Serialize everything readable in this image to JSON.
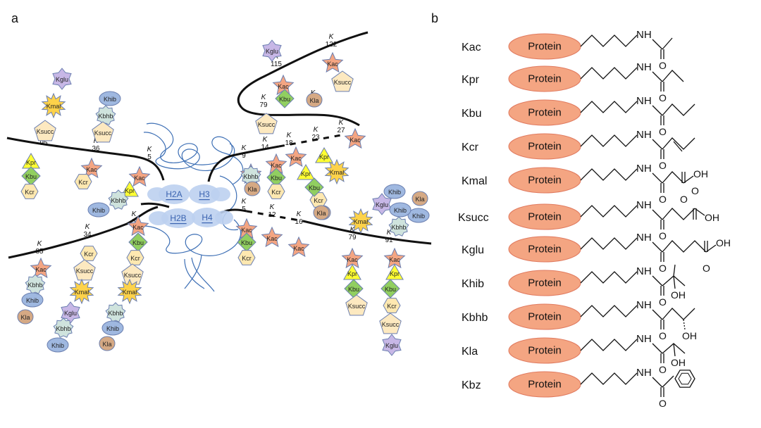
{
  "panels": {
    "a": "a",
    "b": "b"
  },
  "histones": [
    "H2A",
    "H3",
    "H2B",
    "H4"
  ],
  "colors": {
    "Kac": "#f4a582",
    "Kpr": "#ffff33",
    "Kbu": "#91cf60",
    "Kcr": "#fee8b0",
    "Kmal": "#fdd24a",
    "Ksucc": "#fde9c0",
    "Kglu": "#c7b7e6",
    "Khib": "#9fb8e0",
    "Kbhb": "#cfe3dd",
    "Kla": "#d5a984",
    "protein": "#f4a582",
    "histone": "#bcd0f0"
  },
  "sites": [
    {
      "k": "K",
      "n": "95"
    },
    {
      "k": "K",
      "n": "36"
    },
    {
      "k": "K",
      "n": "5"
    },
    {
      "k": "K",
      "n": "85"
    },
    {
      "k": "K",
      "n": "34"
    },
    {
      "k": "K",
      "n": "5"
    },
    {
      "k": "K",
      "n": "122"
    },
    {
      "k": "K",
      "n": "115"
    },
    {
      "k": "K",
      "n": "79"
    },
    {
      "k": "K",
      "n": "56"
    },
    {
      "k": "K",
      "n": "27"
    },
    {
      "k": "K",
      "n": "9"
    },
    {
      "k": "K",
      "n": "14"
    },
    {
      "k": "K",
      "n": "18"
    },
    {
      "k": "K",
      "n": "23"
    },
    {
      "k": "K",
      "n": "5"
    },
    {
      "k": "K",
      "n": "12"
    },
    {
      "k": "K",
      "n": "16"
    },
    {
      "k": "K",
      "n": "79"
    },
    {
      "k": "K",
      "n": "91"
    }
  ],
  "marks": [
    "Kglu",
    "Kmal",
    "Ksucc",
    "Kpr",
    "Kbu",
    "Kcr",
    "Khib",
    "Kbhb",
    "Ksucc",
    "Kac",
    "Kcr",
    "Kac",
    "Kpr",
    "Kbhb",
    "Khib",
    "Kac",
    "Kbhb",
    "Khib",
    "Kla",
    "Kcr",
    "Ksucc",
    "Kmal",
    "Kglu",
    "Kbhb",
    "Khib",
    "Kac",
    "Kbu",
    "Kcr",
    "Ksucc",
    "Kmal",
    "Kbhb",
    "Khib",
    "Kla",
    "Kglu",
    "Kac",
    "Ksucc",
    "Kac",
    "Kbu",
    "Kla",
    "Ksucc",
    "Kac",
    "Kbhb",
    "Kla",
    "Kac",
    "Kbu",
    "Kcr",
    "Kla",
    "Kac",
    "Kpr",
    "Kcr",
    "Kbu",
    "Kla",
    "Kac",
    "Kpr",
    "Kmal",
    "Kac",
    "Kbu",
    "Kcr",
    "Kac",
    "Kac",
    "Kmal",
    "Kac",
    "Kpr",
    "Kbu",
    "Ksucc",
    "Khib",
    "Kglu",
    "Kla",
    "Khib",
    "Kbhb",
    "Khib",
    "Kac",
    "Kpr",
    "Kbu",
    "Kcr",
    "Ksucc",
    "Kglu"
  ],
  "rows": [
    {
      "label": "Kac",
      "protein": "Protein"
    },
    {
      "label": "Kpr",
      "protein": "Protein"
    },
    {
      "label": "Kbu",
      "protein": "Protein"
    },
    {
      "label": "Kcr",
      "protein": "Protein"
    },
    {
      "label": "Kmal",
      "protein": "Protein"
    },
    {
      "label": "Ksucc",
      "protein": "Protein"
    },
    {
      "label": "Kglu",
      "protein": "Protein"
    },
    {
      "label": "Khib",
      "protein": "Protein"
    },
    {
      "label": "Kbhb",
      "protein": "Protein"
    },
    {
      "label": "Kla",
      "protein": "Protein"
    },
    {
      "label": "Kbz",
      "protein": "Protein"
    }
  ],
  "chem": {
    "nh": "NH",
    "o": "O",
    "oh": "OH"
  }
}
